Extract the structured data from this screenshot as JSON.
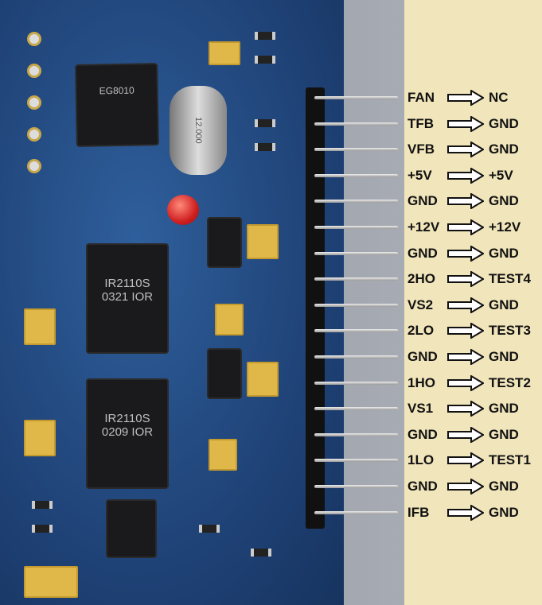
{
  "chips": {
    "controller": "EG8010",
    "driver1": [
      "IR2110S",
      "0321 IOR"
    ],
    "driver2": [
      "IR2110S",
      "0209 IOR"
    ],
    "crystal": "12.000"
  },
  "pins": [
    {
      "name": "FAN",
      "connect": "NC"
    },
    {
      "name": "TFB",
      "connect": "GND"
    },
    {
      "name": "VFB",
      "connect": "GND"
    },
    {
      "name": "+5V",
      "connect": "+5V"
    },
    {
      "name": "GND",
      "connect": "GND"
    },
    {
      "name": "+12V",
      "connect": "+12V"
    },
    {
      "name": "GND",
      "connect": "GND"
    },
    {
      "name": "2HO",
      "connect": "TEST4"
    },
    {
      "name": "VS2",
      "connect": "GND"
    },
    {
      "name": "2LO",
      "connect": "TEST3"
    },
    {
      "name": "GND",
      "connect": "GND"
    },
    {
      "name": "1HO",
      "connect": "TEST2"
    },
    {
      "name": "VS1",
      "connect": "GND"
    },
    {
      "name": "GND",
      "connect": "GND"
    },
    {
      "name": "1LO",
      "connect": "TEST1"
    },
    {
      "name": "GND",
      "connect": "GND"
    },
    {
      "name": "IFB",
      "connect": "GND"
    }
  ]
}
